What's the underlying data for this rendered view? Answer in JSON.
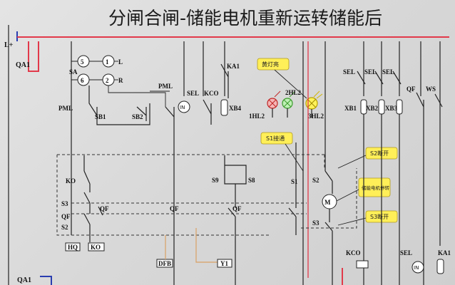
{
  "title": "分闸合闸-储能电机重新运转储能后",
  "bus": {
    "label": "L+"
  },
  "breaker": {
    "label": "QA1"
  },
  "sa": {
    "sa_label": "SA",
    "n5": "5",
    "n1": "1",
    "n6": "6",
    "n2": "2",
    "l_label": "L",
    "r_label": "R"
  },
  "labels": {
    "pml_left": "PML",
    "sb1": "SB1",
    "sb2": "SB2",
    "pml_top": "PML",
    "in_left": "IN",
    "sel": "SEL",
    "kco": "KCO",
    "xb4": "XB4",
    "ka1": "KA1",
    "hl2_1": "1HL2",
    "hl2_2": "2HL2",
    "hl2_3": "3HL2",
    "sel_1": "SEL",
    "sel_2": "SEL",
    "sel_3": "SEL",
    "qf_top": "QF",
    "ws": "WS",
    "xb1": "XB1",
    "xb2": "XB2",
    "xb3": "XB3",
    "ko": "KO",
    "s3": "S3",
    "qf_left": "QF",
    "s2": "S2",
    "hq": "HQ",
    "ko_box": "KO",
    "qf_mid1": "QF",
    "qf_mid2": "QF",
    "qf_mid3": "QF",
    "s9": "S9",
    "s8": "S8",
    "s1": "S1",
    "s2_right": "S2",
    "s3_right": "S3",
    "m_label": "M",
    "dfb": "DFB",
    "y1": "Y1",
    "kco_bottom": "KCO",
    "sel_bottom": "SEL",
    "in_bottom": "IN",
    "ka1_bottom": "KA1"
  },
  "callouts": {
    "yellow_lamp": "黄灯亮",
    "s1_close": "S1接通",
    "s2_open": "S2断开",
    "motor_stop": "储能电机停转",
    "s3_open": "S3断开"
  }
}
